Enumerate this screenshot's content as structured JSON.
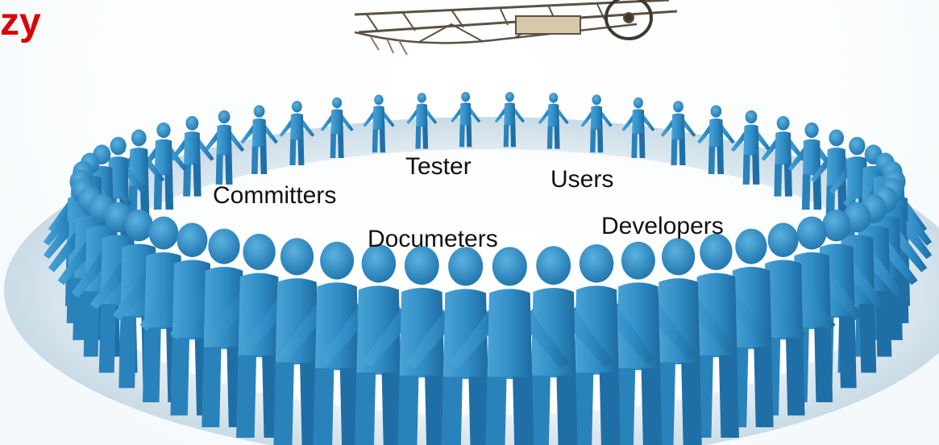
{
  "slide": {
    "title_fragment": "zy",
    "title_color": "#dd0000",
    "figure_color": "#2f8cc4",
    "figure_shade": "#1d6aa0",
    "label_color": "#111111"
  },
  "roles": {
    "committers": "Committers",
    "tester": "Tester",
    "users": "Users",
    "documeters": "Documeters",
    "developers": "Developers"
  },
  "icons": {
    "airplane": "vintage-biplane-sketch",
    "people": "person-figure"
  }
}
